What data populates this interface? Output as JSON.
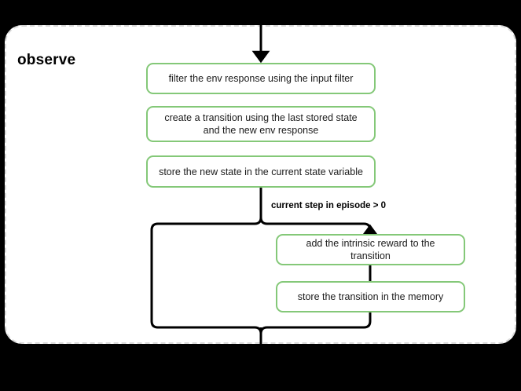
{
  "diagram": {
    "title": "observe",
    "container_style": "dashed-rounded-group",
    "accent_color": "#84c878",
    "edge_color": "#000000",
    "border_color": "#d9d9d9",
    "background_color": "#000000",
    "surface_color": "#ffffff",
    "nodes": [
      {
        "id": "filter",
        "label": "filter the env response using the input filter"
      },
      {
        "id": "create",
        "label": "create a transition using the last stored state and the new env response"
      },
      {
        "id": "store_state",
        "label": "store the new state in the current state variable"
      },
      {
        "id": "intrinsic",
        "label": "add the intrinsic reward to the transition"
      },
      {
        "id": "store_trans",
        "label": "store the transition in the memory"
      }
    ],
    "edge_labels": [
      {
        "id": "condition",
        "label": "current step in episode > 0"
      }
    ]
  }
}
